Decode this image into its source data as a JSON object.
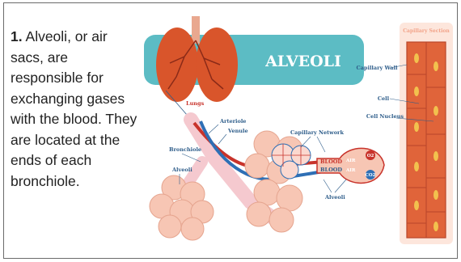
{
  "caption": {
    "number": "1.",
    "text": "Alveoli, or air sacs, are responsible for exchanging gases with the blood. They are located at the ends of each bronchiole."
  },
  "diagram": {
    "banner_title": "ALVEOLI",
    "capillary_section_title": "Capillary Section",
    "labels": {
      "lungs": "Lungs",
      "arteriole": "Arteriole",
      "venule": "Venule",
      "bronchiole": "Bronchiole",
      "alveoli_left": "Alveoli",
      "capillary_network": "Capillary Network",
      "alveoli_right": "Alveoli",
      "capillary_wall": "Capillary Wall",
      "cell": "Cell",
      "cell_nucleus": "Cell Nucleus",
      "blood_top": "BLOOD",
      "blood_bottom": "BLOOD",
      "air_top": "AIR",
      "air_bottom": "AIR",
      "o2": "O2",
      "co2": "CO2"
    },
    "colors": {
      "banner": "#5cbcc4",
      "lung": "#d9552b",
      "artery_red": "#c8332b",
      "vein_blue": "#2e6fb5",
      "alveoli_pink": "#f7c6b4",
      "capillary_bg": "#fde6dc",
      "capillary_cell": "#e0643a",
      "nucleus": "#f2c14e"
    }
  }
}
